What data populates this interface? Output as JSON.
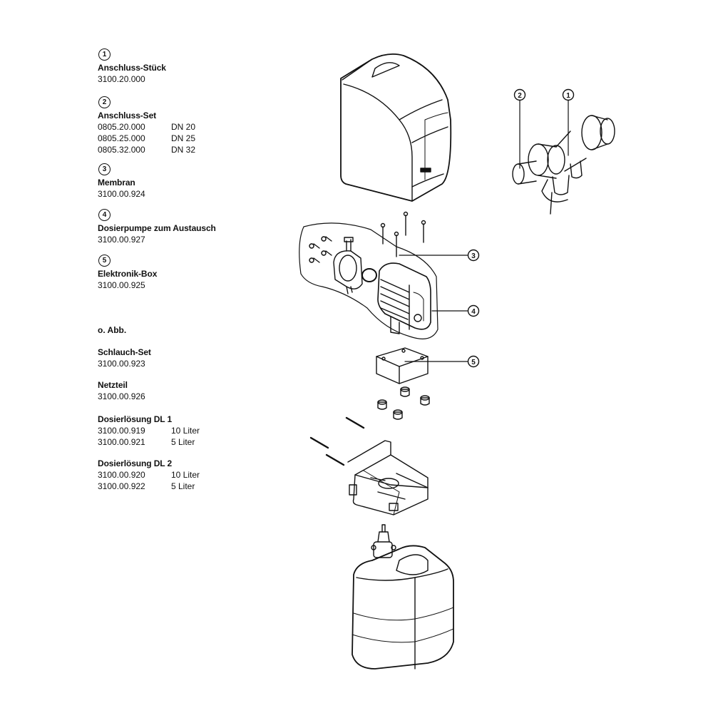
{
  "legend": {
    "items": [
      {
        "number": "1",
        "title": "Anschluss-Stück",
        "code": "3100.20.000"
      },
      {
        "number": "2",
        "title": "Anschluss-Set",
        "rows": [
          {
            "code": "0805.20.000",
            "spec": "DN 20"
          },
          {
            "code": "0805.25.000",
            "spec": "DN 25"
          },
          {
            "code": "0805.32.000",
            "spec": "DN 32"
          }
        ]
      },
      {
        "number": "3",
        "title": "Membran",
        "code": "3100.00.924"
      },
      {
        "number": "4",
        "title": "Dosierpumpe zum Austausch",
        "code": "3100.00.927"
      },
      {
        "number": "5",
        "title": "Elektronik-Box",
        "code": "3100.00.925"
      }
    ],
    "section_label": "o. Abb.",
    "extras": [
      {
        "title": "Schlauch-Set",
        "code": "3100.00.923"
      },
      {
        "title": "Netzteil",
        "code": "3100.00.926"
      },
      {
        "title": "Dosierlösung DL 1",
        "rows": [
          {
            "code": "3100.00.919",
            "spec": "10 Liter"
          },
          {
            "code": "3100.00.921",
            "spec": "5 Liter"
          }
        ]
      },
      {
        "title": "Dosierlösung DL 2",
        "rows": [
          {
            "code": "3100.00.920",
            "spec": "10 Liter"
          },
          {
            "code": "3100.00.922",
            "spec": "5 Liter"
          }
        ]
      }
    ]
  },
  "callouts": {
    "c1": "1",
    "c2": "2",
    "c3": "3",
    "c4": "4",
    "c5": "5"
  }
}
